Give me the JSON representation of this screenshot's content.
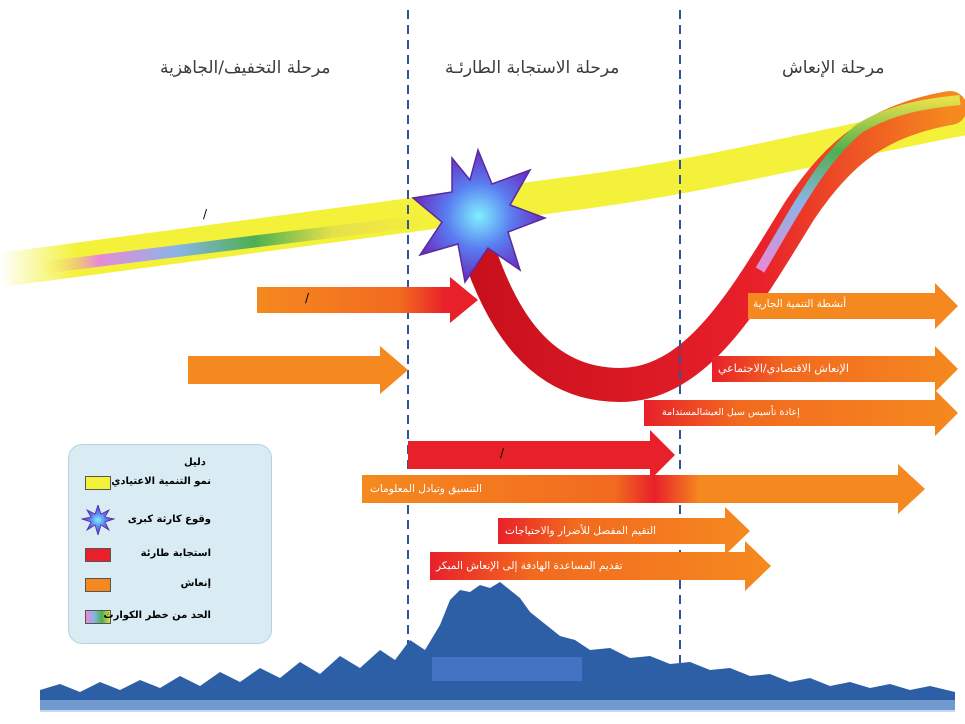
{
  "phases": {
    "mitigation": "مرحلة التخفيف/الجاهزية",
    "emergency": "مرحلة الاستجابة الطارئـة",
    "recovery": "مرحلة الإنعاش"
  },
  "arrows": {
    "ongoing_dev": "أنشطة التنمية الجارية",
    "socio_econ": "الإنعاش الاقتصادي/الاجتماعي",
    "livelihoods": "إعادة تأسيس سبل العيشالمستدامة",
    "coordination": "التنسيق وتبادل المعلومات",
    "assessment": "التقيم المفصل للأضرار والاحتياجات",
    "early_recovery": "تقديم المساعدة الهادفة إلى الإنعاش المبكر"
  },
  "slashes": {
    "top": "/",
    "first_arrow": "/",
    "red_arrow": "/"
  },
  "legend": {
    "title": "دليل",
    "items": [
      {
        "label": "نمو التنمية الاعتيادي",
        "color": "#f4f13a"
      },
      {
        "label": "وقوع كارثة كبرى",
        "icon": "star-burst-icon"
      },
      {
        "label": "استجابة طارئة",
        "color": "#e8202a"
      },
      {
        "label": "إنعاش",
        "color": "#f5891f"
      },
      {
        "label": "الحد من خطر الكوارث",
        "color": "gradient"
      }
    ]
  },
  "colors": {
    "development": "#f4f13a",
    "emergency": "#e8202a",
    "recovery": "#f5891f",
    "divider": "#2f5597",
    "wave": "#2c5fa6"
  }
}
